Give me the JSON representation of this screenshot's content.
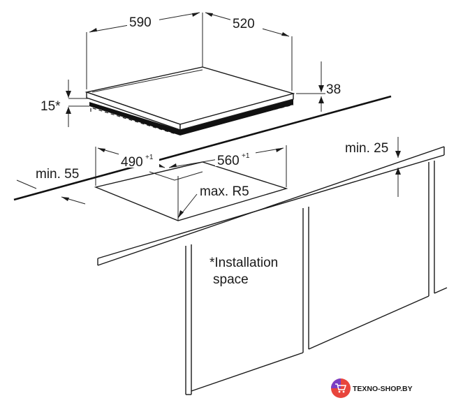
{
  "dimensions": {
    "hob_width": "590",
    "hob_depth": "520",
    "hob_height": "38",
    "frame_height": "15*",
    "cutout_width": "490",
    "cutout_width_tol": "+1",
    "cutout_depth": "560",
    "cutout_depth_tol": "+1",
    "min_front": "min. 55",
    "min_back": "min. 25",
    "max_radius": "max. R5"
  },
  "note": {
    "line1": "*Installation",
    "line2": "space"
  },
  "watermark": {
    "text": "TEXNO-SHOP.BY",
    "icon": "shopping-cart-icon",
    "accent_color": "#e8453c",
    "accent_color_2": "#7b3fc4"
  }
}
